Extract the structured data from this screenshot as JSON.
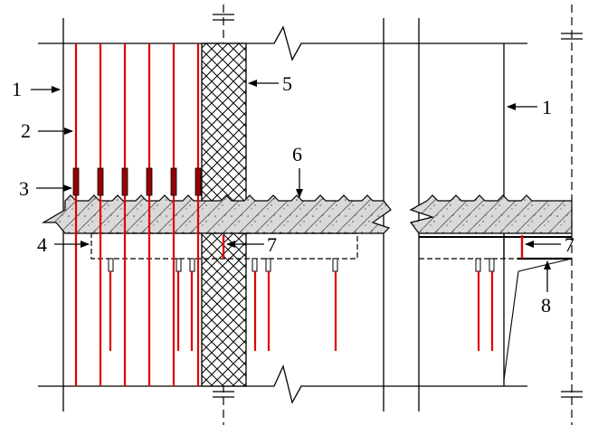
{
  "labels": {
    "l1_left": "1",
    "l2": "2",
    "l3": "3",
    "l4": "4",
    "l5": "5",
    "l6": "6",
    "l7_mid": "7",
    "l1_right": "1",
    "l7_right": "7",
    "l8": "8"
  },
  "colors": {
    "line": "#000000",
    "red": "#e00000",
    "slab_fill": "#dcdcdc"
  }
}
